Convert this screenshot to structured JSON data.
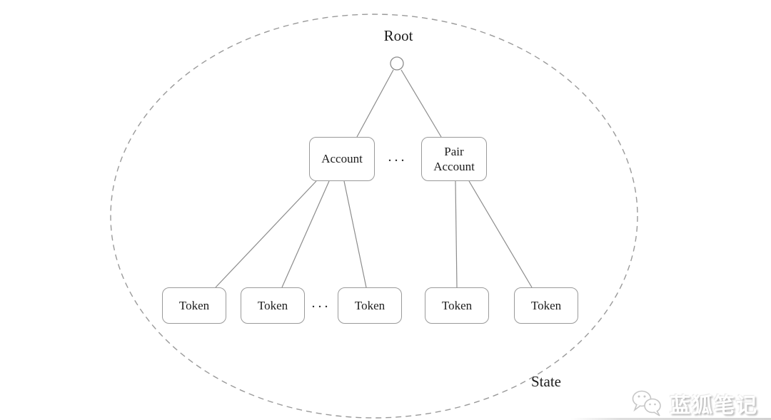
{
  "diagram": {
    "root_label": "Root",
    "state_label": "State",
    "level1_nodes": [
      {
        "label": "Account"
      },
      {
        "label": "Pair Account"
      }
    ],
    "token_nodes": [
      {
        "label": "Token"
      },
      {
        "label": "Token"
      },
      {
        "label": "Token"
      },
      {
        "label": "Token"
      },
      {
        "label": "Token"
      }
    ],
    "ellipsis_between_accounts": "...",
    "ellipsis_between_tokens": "...",
    "boundary_shape": "dashed-ellipse",
    "root_node_shape": "small-circle"
  },
  "watermark": {
    "text": "蓝狐笔记",
    "icon": "wechat-chat-bubbles-icon"
  },
  "colors": {
    "background": "#ffffff",
    "edge_stroke": "#8c8c8c",
    "node_border": "#9a9a9a",
    "dashed_boundary": "#9a9a9a",
    "text": "#1c1c1c",
    "watermark_text": "#ffffff",
    "watermark_shadow": "#b9b9b9"
  }
}
